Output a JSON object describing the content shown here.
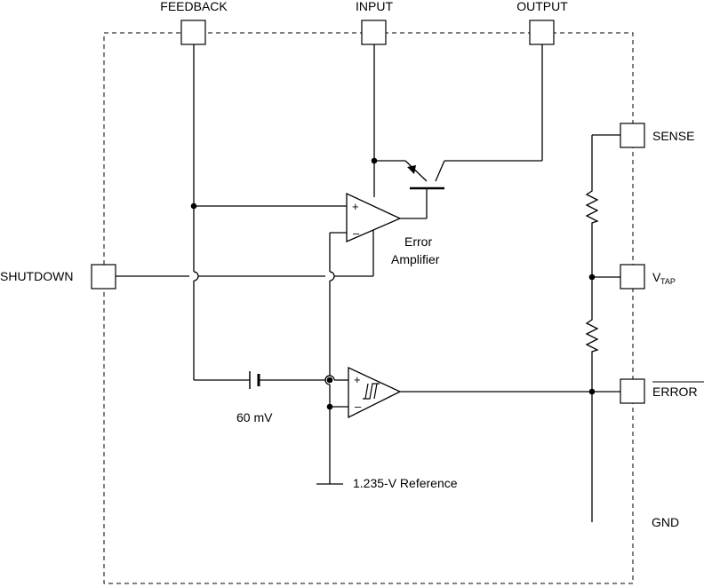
{
  "pins": {
    "feedback": "FEEDBACK",
    "input": "INPUT",
    "output": "OUTPUT",
    "sense": "SENSE",
    "shutdown": "SHUTDOWN",
    "vtap_main": "V",
    "vtap_sub": "TAP",
    "error": "ERROR",
    "gnd": "GND"
  },
  "components": {
    "error_amp_line1": "Error",
    "error_amp_line2": "Amplifier",
    "battery_label": "60 mV",
    "reference_label": "1.235-V Reference",
    "plus_sign": "+",
    "minus_sign": "–"
  }
}
